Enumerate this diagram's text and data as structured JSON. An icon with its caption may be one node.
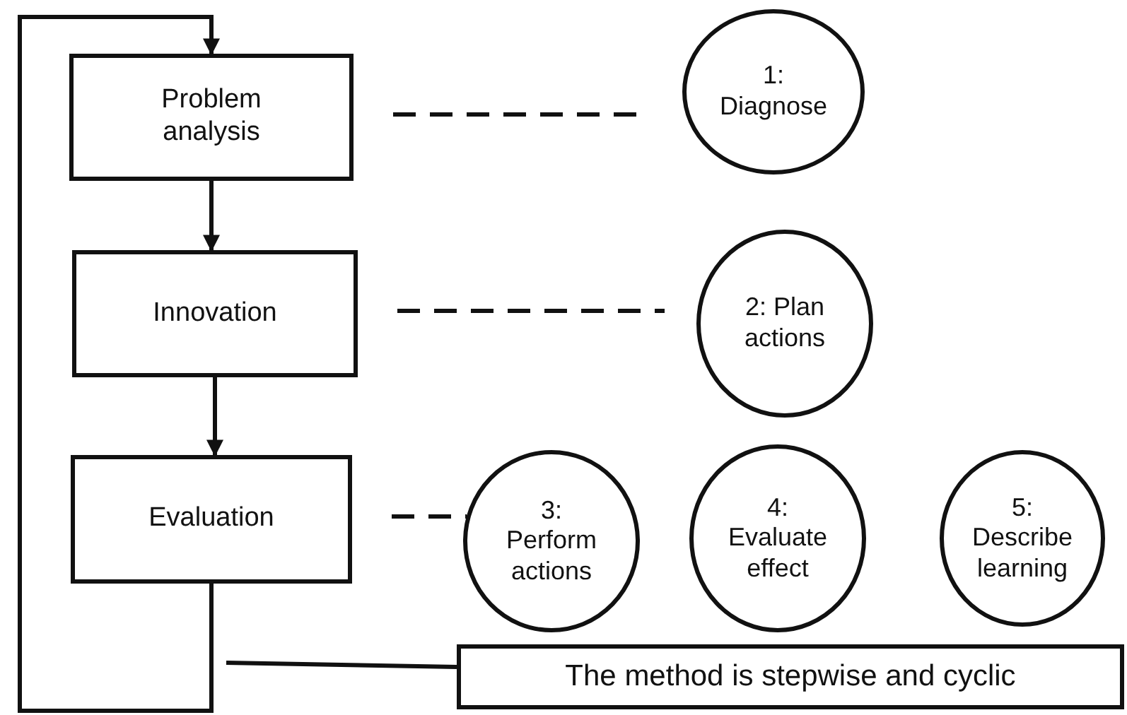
{
  "diagram": {
    "nodes": [
      {
        "text": [
          "Problem analysis"
        ]
      },
      {
        "text": [
          "Innovation"
        ]
      },
      {
        "text": [
          "Evaluation"
        ]
      },
      {
        "text": [
          "1: Diagnose"
        ]
      },
      {
        "text": [
          "2: Plan actions"
        ]
      },
      {
        "text": [
          "3: Perform actions"
        ]
      },
      {
        "text": [
          "4: Evaluate effect"
        ]
      },
      {
        "text": [
          "5: Describe learning"
        ]
      },
      {
        "text": [
          "The method is stepwise and cyclic"
        ]
      }
    ],
    "edges": [
      {
        "from": 0,
        "to": 1,
        "arrow": "to"
      },
      {
        "from": 1,
        "to": 2,
        "arrow": "to"
      },
      {
        "from": 2,
        "to": 0,
        "arrow": "to"
      },
      {
        "from": 0,
        "to": 3,
        "arrow": "none",
        "style": "dashed"
      },
      {
        "from": 1,
        "to": 4,
        "arrow": "none",
        "style": "dashed"
      },
      {
        "from": 2,
        "to": 5,
        "arrow": "none",
        "style": "dashed"
      },
      {
        "from": 8,
        "to": null,
        "arrow": "none"
      }
    ]
  }
}
